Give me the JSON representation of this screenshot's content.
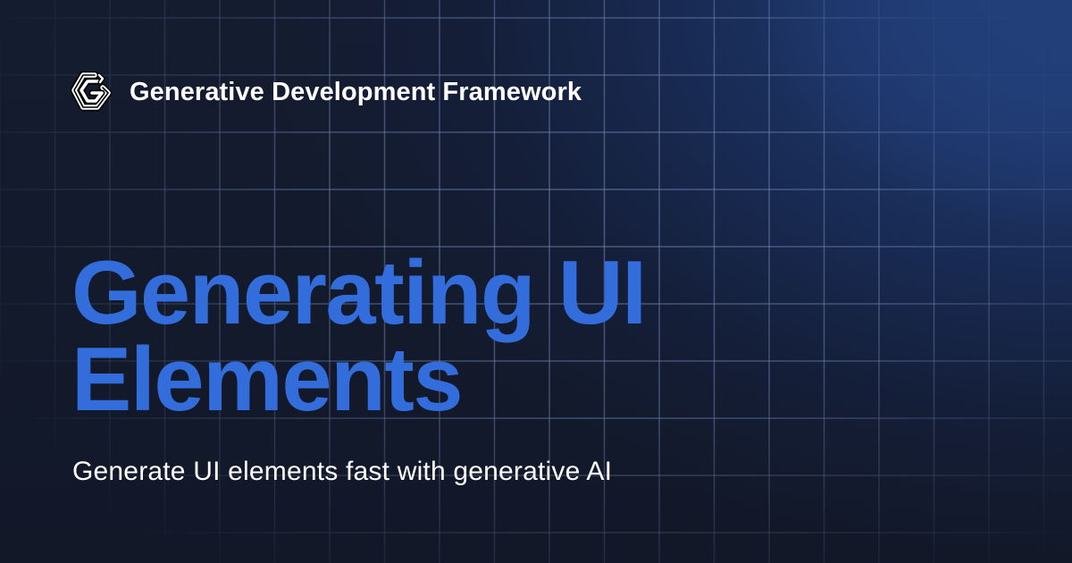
{
  "header": {
    "logo_icon": "hexagonal-g-logo",
    "brand_name": "Generative Development Framework"
  },
  "hero": {
    "title_line_1": "Generating UI",
    "title_line_2": "Elements",
    "subtitle": "Generate UI elements fast with generative AI"
  },
  "colors": {
    "background_dark": "#121828",
    "background_accent": "#223f7a",
    "title_blue": "#336ddc",
    "text_white": "#ffffff",
    "grid_line": "#788cb9"
  }
}
